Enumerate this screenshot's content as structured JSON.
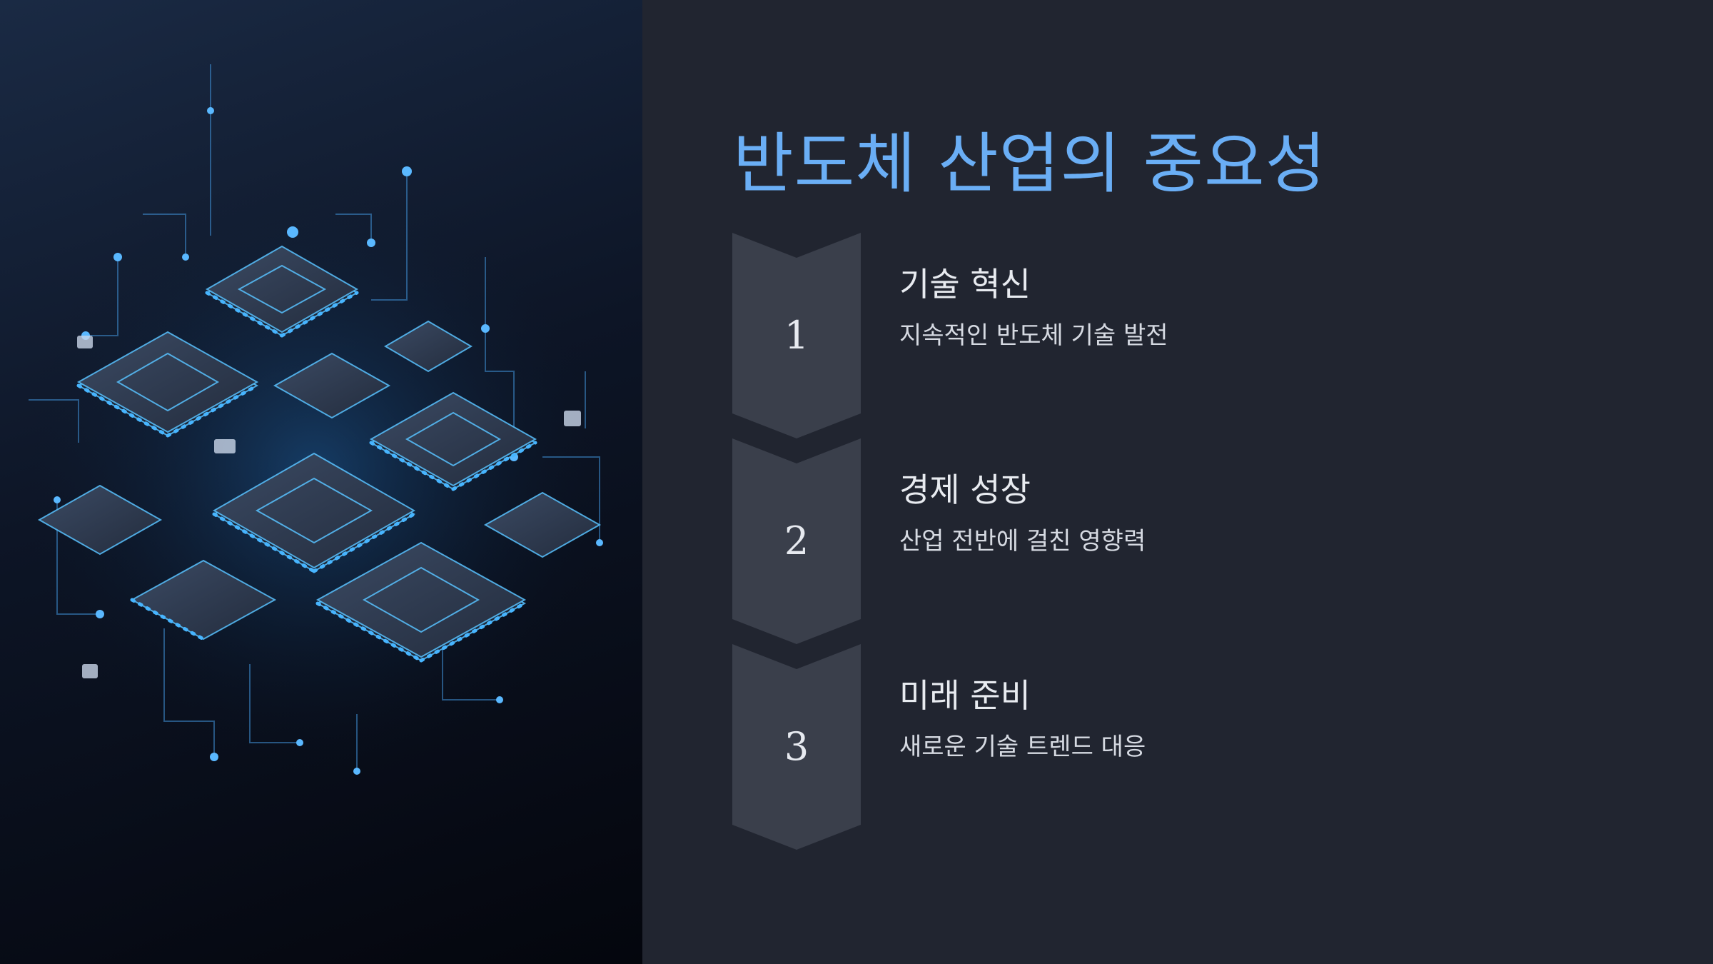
{
  "slide": {
    "title": "반도체 산업의 중요성",
    "hero_image": "semiconductor-chips-illustration",
    "colors": {
      "background": "#212530",
      "title": "#6aaef5",
      "chevron": "#3a3f4b",
      "accent_glow": "#47b5ff"
    },
    "steps": [
      {
        "number": "1",
        "heading": "기술 혁신",
        "description": "지속적인 반도체 기술 발전"
      },
      {
        "number": "2",
        "heading": "경제 성장",
        "description": "산업 전반에 걸친 영향력"
      },
      {
        "number": "3",
        "heading": "미래 준비",
        "description": "새로운 기술 트렌드 대응"
      }
    ]
  }
}
